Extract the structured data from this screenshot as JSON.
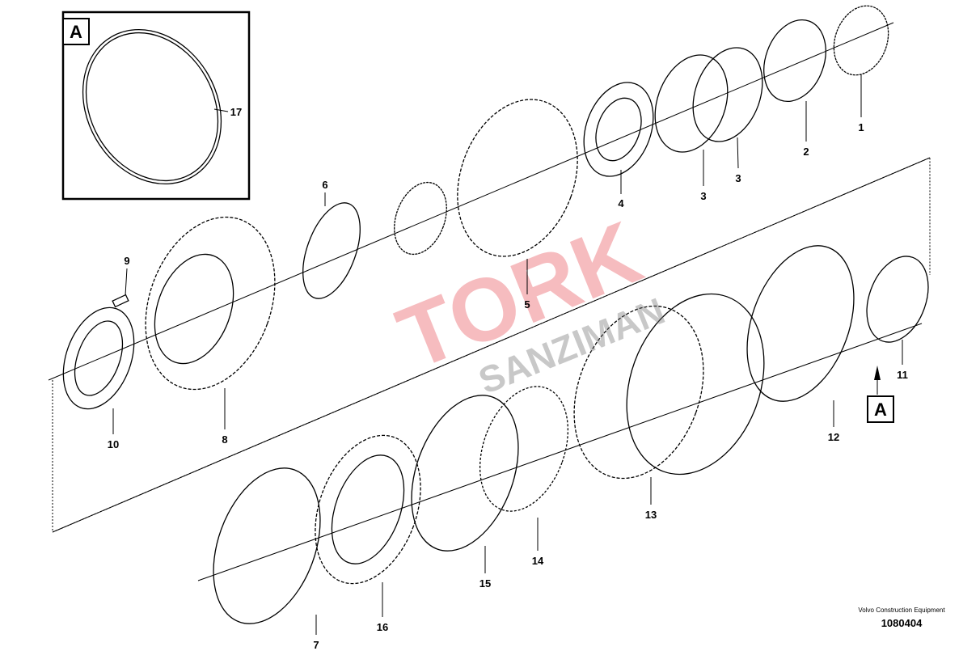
{
  "diagram": {
    "inset_label": "A",
    "view_marker_label": "A",
    "callouts": [
      {
        "id": "c1",
        "text": "1"
      },
      {
        "id": "c2",
        "text": "2"
      },
      {
        "id": "c3a",
        "text": "3"
      },
      {
        "id": "c3b",
        "text": "3"
      },
      {
        "id": "c4",
        "text": "4"
      },
      {
        "id": "c5",
        "text": "5"
      },
      {
        "id": "c6",
        "text": "6"
      },
      {
        "id": "c7",
        "text": "7"
      },
      {
        "id": "c8",
        "text": "8"
      },
      {
        "id": "c9",
        "text": "9"
      },
      {
        "id": "c10",
        "text": "10"
      },
      {
        "id": "c11",
        "text": "11"
      },
      {
        "id": "c12",
        "text": "12"
      },
      {
        "id": "c13",
        "text": "13"
      },
      {
        "id": "c14",
        "text": "14"
      },
      {
        "id": "c15",
        "text": "15"
      },
      {
        "id": "c16",
        "text": "16"
      },
      {
        "id": "c17",
        "text": "17"
      }
    ]
  },
  "watermark": {
    "line1": "TORK",
    "line2": "SANZIMAN"
  },
  "footer": {
    "company": "Volvo Construction Equipment",
    "drawing_number": "1080404"
  }
}
